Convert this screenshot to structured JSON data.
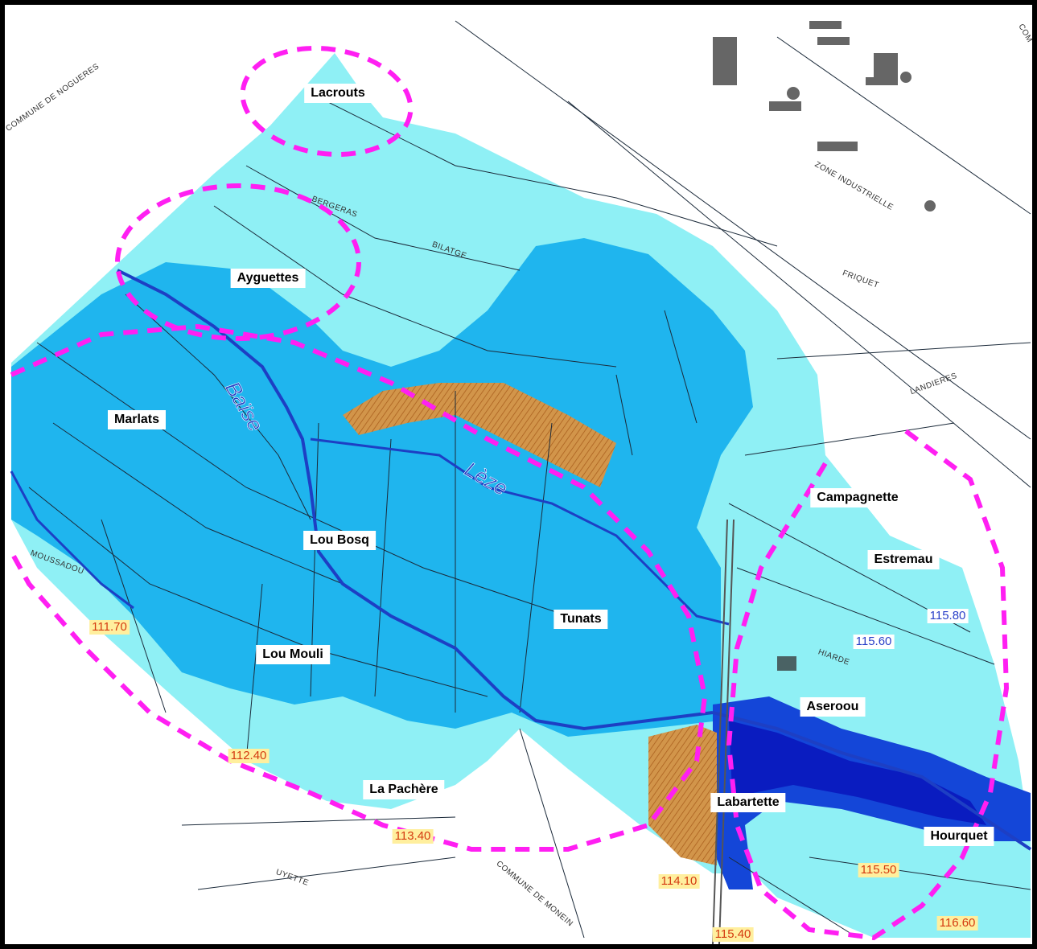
{
  "place_labels": [
    {
      "name": "Lacrouts"
    },
    {
      "name": "Ayguettes"
    },
    {
      "name": "Marlats"
    },
    {
      "name": "Lou Bosq"
    },
    {
      "name": "Tunats"
    },
    {
      "name": "Lou Mouli"
    },
    {
      "name": "La Pachère"
    },
    {
      "name": "Campagnette"
    },
    {
      "name": "Estremau"
    },
    {
      "name": "Aseroou"
    },
    {
      "name": "Labartette"
    },
    {
      "name": "Hourquet"
    }
  ],
  "river_labels": [
    "Baïse",
    "Lèze"
  ],
  "elevation_labels": [
    {
      "value": "111.70",
      "color": "red"
    },
    {
      "value": "112.40",
      "color": "red"
    },
    {
      "value": "113.40",
      "color": "red"
    },
    {
      "value": "114.10",
      "color": "red"
    },
    {
      "value": "115.40",
      "color": "red"
    },
    {
      "value": "115.50",
      "color": "red"
    },
    {
      "value": "116.60",
      "color": "red"
    },
    {
      "value": "115.80",
      "color": "blue"
    },
    {
      "value": "115.60",
      "color": "blue"
    }
  ],
  "map_texts": [
    "COMMUNE DE NOGUERES",
    "COMMUNE DE MONEIN",
    "ZONE INDUSTRIELLE",
    "MOUSSADOU",
    "BILATGE",
    "BERGERAS",
    "FRIQUET",
    "HIARDE",
    "LANDIERES",
    "UYETTE",
    "COM"
  ],
  "colors": {
    "hazard_light": "#8ff0f5",
    "hazard_medium": "#1fb5ee",
    "hazard_strong": "#1446d8",
    "hazard_very_strong": "#0a1cc0",
    "hatched_zone": "#d2954a",
    "zone_outline": "#ff1ff2",
    "river": "#1d3fc4",
    "parcel_lines": "#1b2a3a"
  }
}
